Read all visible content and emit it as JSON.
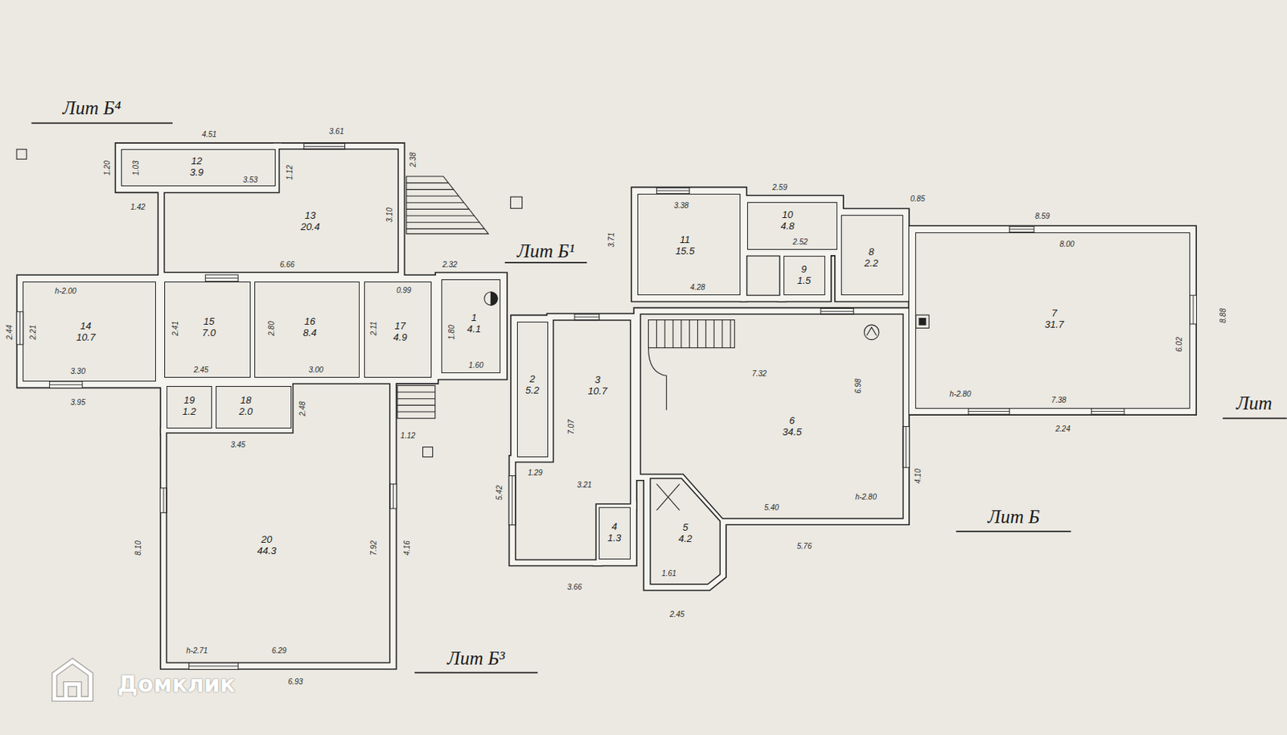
{
  "diagram": {
    "nodes": [
      {
        "text": [
          "12",
          "3.9"
        ]
      },
      {
        "text": [
          "13",
          "20.4"
        ]
      },
      {
        "text": [
          "14",
          "10.7"
        ]
      },
      {
        "text": [
          "15",
          "7.0"
        ]
      },
      {
        "text": [
          "16",
          "8.4"
        ]
      },
      {
        "text": [
          "17",
          "4.9"
        ]
      },
      {
        "text": [
          "1",
          "4.1"
        ]
      },
      {
        "text": [
          "19",
          "1.2"
        ]
      },
      {
        "text": [
          "18",
          "2.0"
        ]
      },
      {
        "text": [
          "20",
          "44.3"
        ]
      },
      {
        "text": [
          "11",
          "15.5"
        ]
      },
      {
        "text": [
          "10",
          "4.8"
        ]
      },
      {
        "text": [
          "8",
          "2.2"
        ]
      },
      {
        "text": [
          "9",
          "1.5"
        ]
      },
      {
        "text": [
          "2",
          "5.2"
        ]
      },
      {
        "text": [
          "3",
          "10.7"
        ]
      },
      {
        "text": [
          "6",
          "34.5"
        ]
      },
      {
        "text": [
          "7",
          "31.7"
        ]
      },
      {
        "text": [
          "4",
          "1.3"
        ]
      },
      {
        "text": [
          "5",
          "4.2"
        ]
      }
    ],
    "labels": [
      "Лит Б⁴",
      "Лит Б¹",
      "Лит Б",
      "Лит Б³",
      "Лит",
      "4.51",
      "3.61",
      "1.20",
      "1.03",
      "3.53",
      "1.42",
      "1.12",
      "2.38",
      "3.10",
      "6.66",
      "0.99",
      "2.32",
      "h-2.00",
      "2.21",
      "2.44",
      "3.30",
      "3.95",
      "2.41",
      "2.45",
      "2.80",
      "3.00",
      "2.11",
      "1.80",
      "1.60",
      "2.48",
      "3.45",
      "1.12",
      "8.10",
      "7.92",
      "4.16",
      "h-2.71",
      "6.29",
      "6.93",
      "2.59",
      "3.38",
      "3.71",
      "4.28",
      "2.52",
      "0.85",
      "8.59",
      "8.00",
      "6.02",
      "8.88",
      "h-2.80",
      "7.38",
      "2.24",
      "7.32",
      "6.98",
      "5.40",
      "h-2.80",
      "5.76",
      "4.10",
      "5.42",
      "7.07",
      "3.21",
      "1.29",
      "1.61",
      "3.66",
      "2.45",
      "Домклик"
    ]
  }
}
